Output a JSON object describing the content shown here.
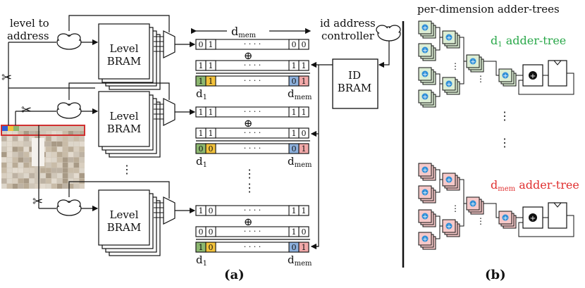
{
  "panel_a": {
    "caption": "(a)",
    "level_to_address": [
      "level to",
      "address"
    ],
    "id_controller": [
      "id address",
      "controller"
    ],
    "level_bram": [
      "Level",
      "BRAM"
    ],
    "id_bram": [
      "ID",
      "BRAM"
    ],
    "dmem_header": "d",
    "dmem_header_sub": "mem",
    "xor_symbol": "⊕",
    "dots": "· · · ·",
    "d1_label": "d",
    "d1_sub": "1",
    "dmem_label": "d",
    "dmem_sub": "mem",
    "rows": [
      {
        "level_vec": [
          "0",
          "1",
          "0",
          "0"
        ],
        "id_vec": [
          "1",
          "1",
          "1",
          "1"
        ],
        "result_vec": [
          "1",
          "1",
          "0",
          "1"
        ]
      },
      {
        "level_vec": [
          "1",
          "1",
          "1",
          "1"
        ],
        "id_vec": [
          "1",
          "1",
          "1",
          "0"
        ],
        "result_vec": [
          "0",
          "0",
          "0",
          "1"
        ]
      },
      {
        "level_vec": [
          "1",
          "0",
          "1",
          "1"
        ],
        "id_vec": [
          "0",
          "0",
          "1",
          "0"
        ],
        "result_vec": [
          "1",
          "0",
          "0",
          "1"
        ]
      }
    ],
    "colors": {
      "green": "#8db870",
      "yellow": "#f2c23c",
      "blue": "#8db0dc",
      "pink": "#f2a9a9",
      "d1_text": "#2aa84a",
      "dmem_text": "#e03030"
    }
  },
  "panel_b": {
    "title": "per-dimension adder-trees",
    "caption": "(b)",
    "tree_green_label": "d",
    "tree_green_sub": "1",
    "tree_green_suffix": " adder-tree",
    "tree_red_label": "d",
    "tree_red_sub": "mem",
    "tree_red_suffix": " adder-tree",
    "plus_symbol": "+",
    "colors": {
      "green_box": "#dcedd4",
      "red_box": "#f6c9c9",
      "dot": "#2f8fd8"
    }
  }
}
